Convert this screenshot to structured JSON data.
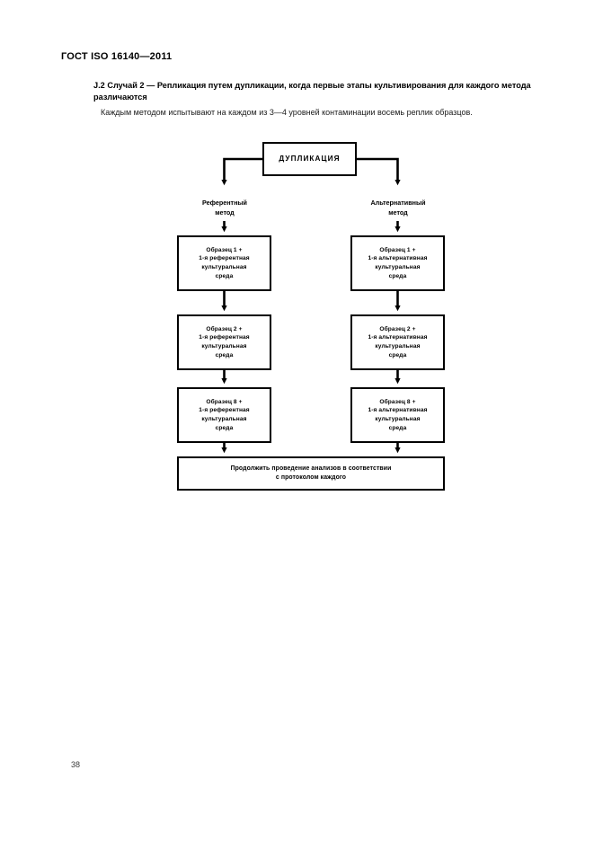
{
  "document": {
    "header": "ГОСТ ISO 16140—2011",
    "page_number": "38",
    "clause_heading": "J.2  Случай 2 — Репликация путем дупликации, когда первые этапы культивирования для каждого метода различаются",
    "body_paragraph": "Каждым методом испытывают на каждом из 3—4  уровней контаминации восемь реплик образцов."
  },
  "diagram": {
    "root": {
      "label": "ДУПЛИКАЦИЯ"
    },
    "branches": [
      {
        "name": "reference",
        "label": "Референтный\nметод"
      },
      {
        "name": "alternative",
        "label": "Альтернативный\nметод"
      }
    ],
    "reference_column": [
      {
        "label": "Образец 1 +\n1-я референтная\nкультуральная\nсреда"
      },
      {
        "label": "Образец 2 +\n1-я референтная\nкультуральная\nсреда"
      },
      {
        "label": "Образец 8 +\n1-я референтная\nкультуральная\nсреда"
      }
    ],
    "alternative_column": [
      {
        "label": "Образец 1 +\n1-я альтернативная\nкультуральная\nсреда"
      },
      {
        "label": "Образец 2 +\n1-я альтернативная\nкультуральная\nсреда"
      },
      {
        "label": "Образец 8 +\n1-я альтернативная\nкультуральная\nсреда"
      }
    ],
    "final": {
      "label": "Продолжить проведение анализов в соответствии\nс протоколом каждого"
    },
    "colors": {
      "line": "#000000",
      "box_fill": "#ffffff",
      "text": "#000000"
    }
  }
}
